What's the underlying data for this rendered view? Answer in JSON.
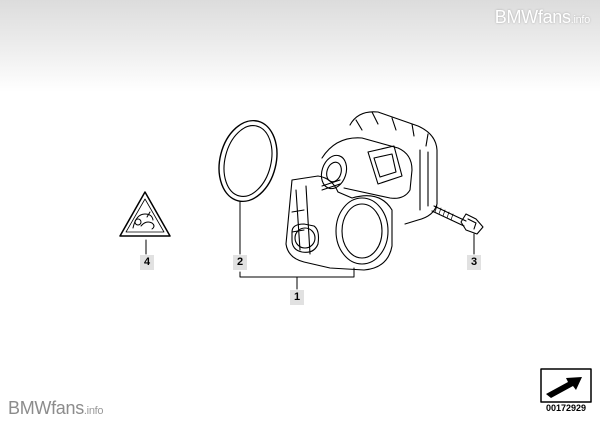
{
  "watermark": {
    "brand": "BMWfans",
    "suffix": ".info"
  },
  "callouts": {
    "throttle_body_assembly": "1",
    "gasket_ring": "2",
    "hex_bolt": "3",
    "warning_label": "4"
  },
  "document_number": "00172929",
  "icons": {
    "warning_label": "warning-triangle-icon",
    "document_arrow": "document-arrow-icon"
  },
  "colors": {
    "outline": "#000000",
    "callout_background": "#e1e1e1",
    "watermark_bottom": "#9a9a9a"
  }
}
